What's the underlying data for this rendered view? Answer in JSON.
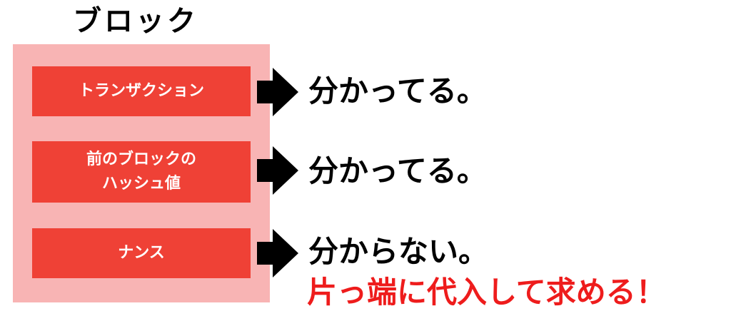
{
  "block": {
    "title": "ブロック",
    "items": [
      {
        "lines": [
          "トランザクション"
        ]
      },
      {
        "lines": [
          "前のブロックの",
          "ハッシュ値"
        ]
      },
      {
        "lines": [
          "ナンス"
        ]
      }
    ]
  },
  "results": [
    "分かってる。",
    "分かってる。",
    "分からない。"
  ],
  "note": "片っ端に代入して求める！",
  "colors": {
    "block_bg": "#f8b4b4",
    "item_bg": "#ef4136",
    "note_text": "#ee1c1c",
    "arrow": "#000000"
  }
}
